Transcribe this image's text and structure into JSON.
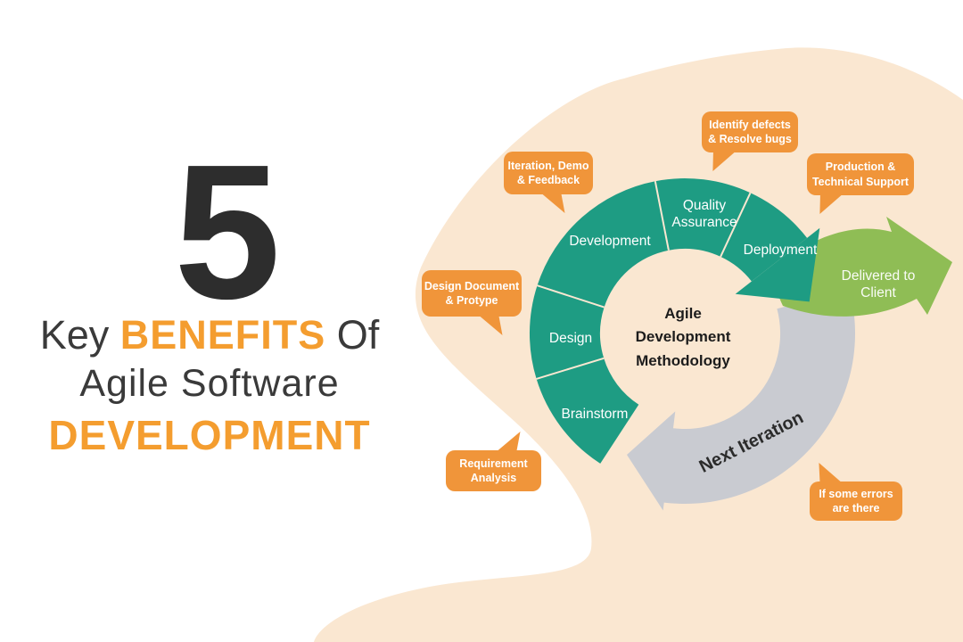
{
  "headline": {
    "number": "5",
    "line1_pre": "Key ",
    "line1_benefits": "BENEFITS",
    "line1_post": " Of",
    "line2": "Agile Software",
    "line3": "DEVELOPMENT"
  },
  "diagram": {
    "center_label": "Agile\nDevelopment\nMethodology",
    "segments": [
      "Brainstorm",
      "Design",
      "Development",
      "Quality\nAssurance",
      "Deployment"
    ],
    "delivered_label": "Delivered to\nClient",
    "next_iteration_label": "Next Iteration"
  },
  "callouts": [
    {
      "id": "iteration-demo-feedback",
      "text": "Iteration, Demo\n& Feedback"
    },
    {
      "id": "identify-defects-resolve-bugs",
      "text": "Identify defects\n& Resolve bugs"
    },
    {
      "id": "production-technical-support",
      "text": "Production &\nTechnical Support"
    },
    {
      "id": "design-document-protype",
      "text": "Design Document\n& Protype"
    },
    {
      "id": "requirement-analysis",
      "text": "Requirement\nAnalysis"
    },
    {
      "id": "if-some-errors-are-there",
      "text": "If some errors\nare there"
    }
  ],
  "colors": {
    "teal": "#1E9C83",
    "bubble_orange": "#F0953A",
    "headline_orange": "#F49D2F",
    "arrow_green": "#8FBD55",
    "arrow_gray": "#C9CBD1",
    "blob_cream": "#FAE7D1",
    "dark_text": "#2B2B2B"
  }
}
